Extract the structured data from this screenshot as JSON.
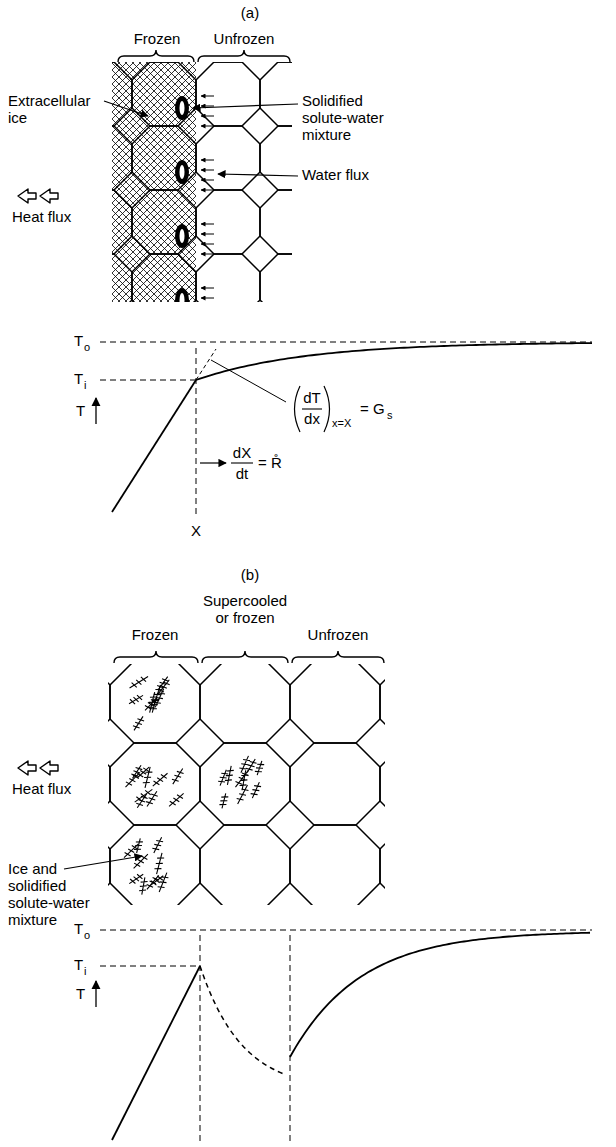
{
  "diagram": {
    "labels": [
      "(a)",
      "Frozen",
      "Unfrozen",
      "Extracellular ice",
      "Solidified solute-water mixture",
      "Heat flux",
      "Water flux",
      "T",
      "o",
      "T",
      "T",
      "i",
      "dT",
      "dx",
      "x=X",
      "= G",
      "s",
      "dX",
      "dt",
      "= R̊",
      "X",
      "(b)",
      "Supercooled or frozen",
      "Frozen",
      "Unfrozen",
      "Heat flux",
      "Ice and solidified solute-water mixture",
      "T",
      "o",
      "T",
      "T",
      "i"
    ]
  }
}
